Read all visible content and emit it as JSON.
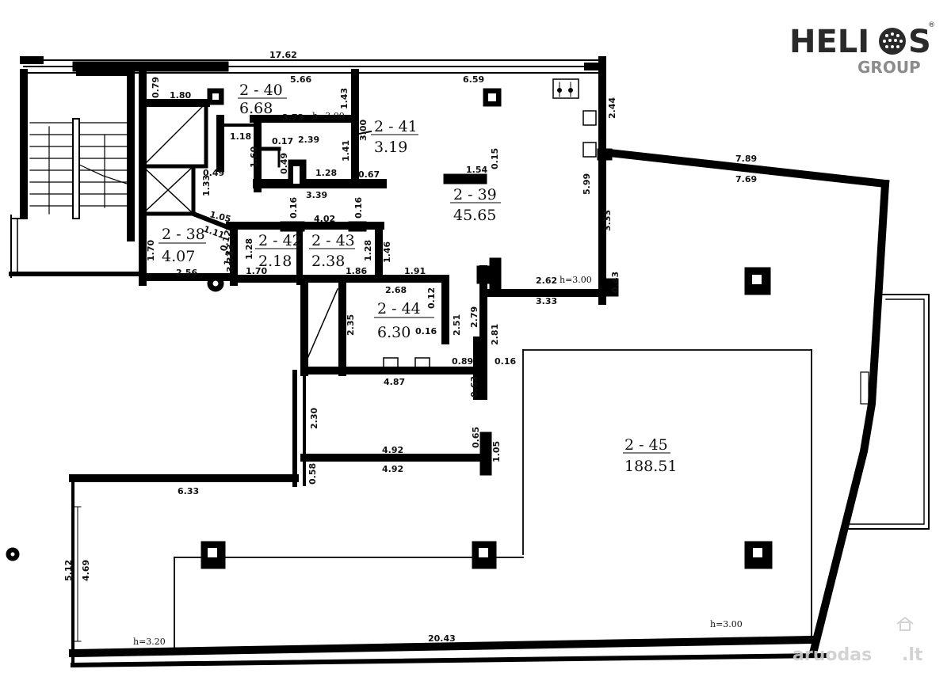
{
  "logo": {
    "word_left": "HELI",
    "word_right": "S",
    "sub": "GROUP",
    "reg": "®",
    "color": "#2a2a2a",
    "sub_color": "#8c8c8c"
  },
  "watermark": {
    "text_a": "aruodas",
    "text_b": ".lt",
    "color": "#cfcfcf"
  },
  "rooms": [
    {
      "id": "2 - 40",
      "area": "6.68"
    },
    {
      "id": "2 - 41",
      "area": "3.19"
    },
    {
      "id": "2 - 39",
      "area": "45.65"
    },
    {
      "id": "2 - 38",
      "area": "4.07"
    },
    {
      "id": "2 - 42",
      "area": "2.18"
    },
    {
      "id": "2 - 43",
      "area": "2.38"
    },
    {
      "id": "2 - 44",
      "area": "6.30"
    },
    {
      "id": "2 - 45",
      "area": "188.51"
    }
  ],
  "heights": [
    "h=3.00",
    "h=3.00",
    "h=3.00",
    "h=3.20"
  ],
  "dims": [
    "17.62",
    "5.66",
    "6.59",
    "0.79",
    "1.80",
    "1.43",
    "3.73",
    "3.00",
    "2.44",
    "1.18",
    "0.17",
    "2.39",
    "1.41",
    "1.60",
    "0.15",
    "1.54",
    "7.89",
    "7.69",
    "0.49",
    "1.28",
    "0.67",
    "1.33",
    "0.49",
    "3.39",
    "5.99",
    "0.16",
    "4.02",
    "0.16",
    "1.05",
    "1.11",
    "3.33",
    "1.70",
    "1.28",
    "1.28",
    "1.46",
    "0.12",
    "3.33",
    "2.56",
    "1.70",
    "1.86",
    "1.91",
    "2.68",
    "2.62",
    "0.43",
    "3.33",
    "0.12",
    "2.79",
    "2.35",
    "2.51",
    "0.16",
    "2.81",
    "0.89",
    "0.16",
    "4.87",
    "0.63",
    "2.30",
    "0.65",
    "4.92",
    "1.05",
    "4.92",
    "6.33",
    "0.58",
    "5.12",
    "4.69",
    "20.43",
    "1.33"
  ]
}
